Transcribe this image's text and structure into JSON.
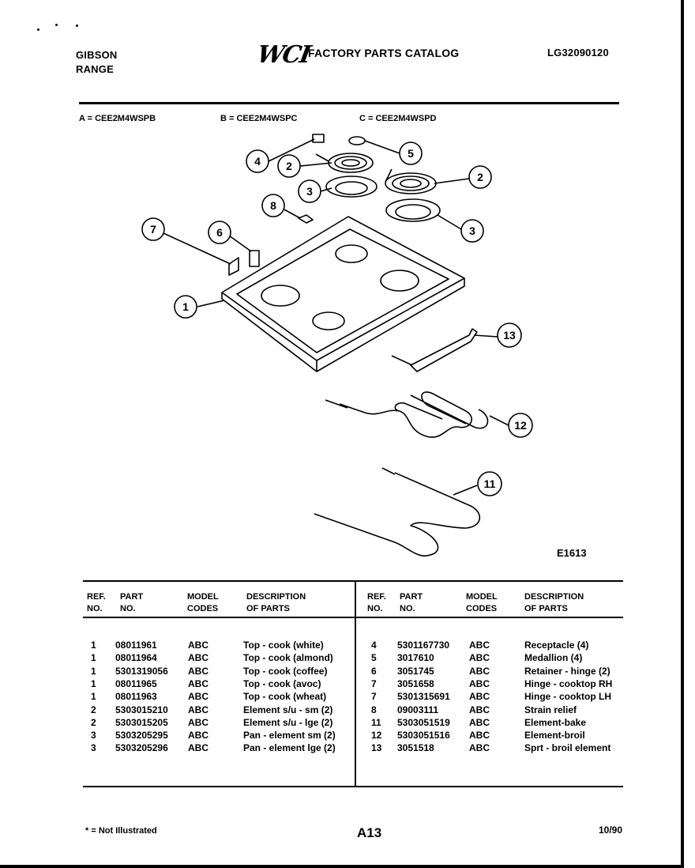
{
  "header": {
    "brand": "GIBSON",
    "product": "RANGE",
    "logo_text": "WCI",
    "catalog_title": "FACTORY PARTS CATALOG",
    "catalog_code": "LG32090120"
  },
  "models": [
    {
      "text": "A = CEE2M4WSPB"
    },
    {
      "text": "B = CEE2M4WSPC"
    },
    {
      "text": "C = CEE2M4WSPD"
    }
  ],
  "diagram": {
    "figure_id": "E1613",
    "callouts": [
      "1",
      "2",
      "2",
      "3",
      "3",
      "4",
      "5",
      "6",
      "7",
      "8",
      "11",
      "12",
      "13"
    ]
  },
  "table": {
    "headers": {
      "ref_line1": "REF.",
      "ref_line2": "NO.",
      "part_line1": "PART",
      "part_line2": "NO.",
      "model_line1": "MODEL",
      "model_line2": "CODES",
      "desc_line1": "DESCRIPTION",
      "desc_line2": "OF PARTS"
    },
    "left_rows": [
      {
        "ref": "1",
        "part": "08011961",
        "codes": "ABC",
        "desc": "Top - cook (white)"
      },
      {
        "ref": "1",
        "part": "08011964",
        "codes": "ABC",
        "desc": "Top - cook (almond)"
      },
      {
        "ref": "1",
        "part": "5301319056",
        "codes": "ABC",
        "desc": "Top - cook (coffee)"
      },
      {
        "ref": "1",
        "part": "08011965",
        "codes": "ABC",
        "desc": "Top - cook (avoc)"
      },
      {
        "ref": "1",
        "part": "08011963",
        "codes": "ABC",
        "desc": "Top - cook (wheat)"
      },
      {
        "ref": "2",
        "part": "5303015210",
        "codes": "ABC",
        "desc": "Element s/u - sm (2)"
      },
      {
        "ref": "2",
        "part": "5303015205",
        "codes": "ABC",
        "desc": "Element s/u - lge (2)"
      },
      {
        "ref": "3",
        "part": "5303205295",
        "codes": "ABC",
        "desc": "Pan - element sm (2)"
      },
      {
        "ref": "3",
        "part": "5303205296",
        "codes": "ABC",
        "desc": "Pan - element lge (2)"
      }
    ],
    "right_rows": [
      {
        "ref": "4",
        "part": "5301167730",
        "codes": "ABC",
        "desc": "Receptacle (4)"
      },
      {
        "ref": "5",
        "part": "3017610",
        "codes": "ABC",
        "desc": "Medallion (4)"
      },
      {
        "ref": "6",
        "part": "3051745",
        "codes": "ABC",
        "desc": "Retainer - hinge (2)"
      },
      {
        "ref": "7",
        "part": "3051658",
        "codes": "ABC",
        "desc": "Hinge - cooktop RH"
      },
      {
        "ref": "7",
        "part": "5301315691",
        "codes": "ABC",
        "desc": "Hinge - cooktop LH"
      },
      {
        "ref": "8",
        "part": "09003111",
        "codes": "ABC",
        "desc": "Strain relief"
      },
      {
        "ref": "11",
        "part": "5303051519",
        "codes": "ABC",
        "desc": "Element-bake"
      },
      {
        "ref": "12",
        "part": "5303051516",
        "codes": "ABC",
        "desc": "Element-broil"
      },
      {
        "ref": "13",
        "part": "3051518",
        "codes": "ABC",
        "desc": "Sprt - broil element"
      }
    ]
  },
  "footer": {
    "note": "* = Not Illustrated",
    "page": "A13",
    "date": "10/90"
  }
}
